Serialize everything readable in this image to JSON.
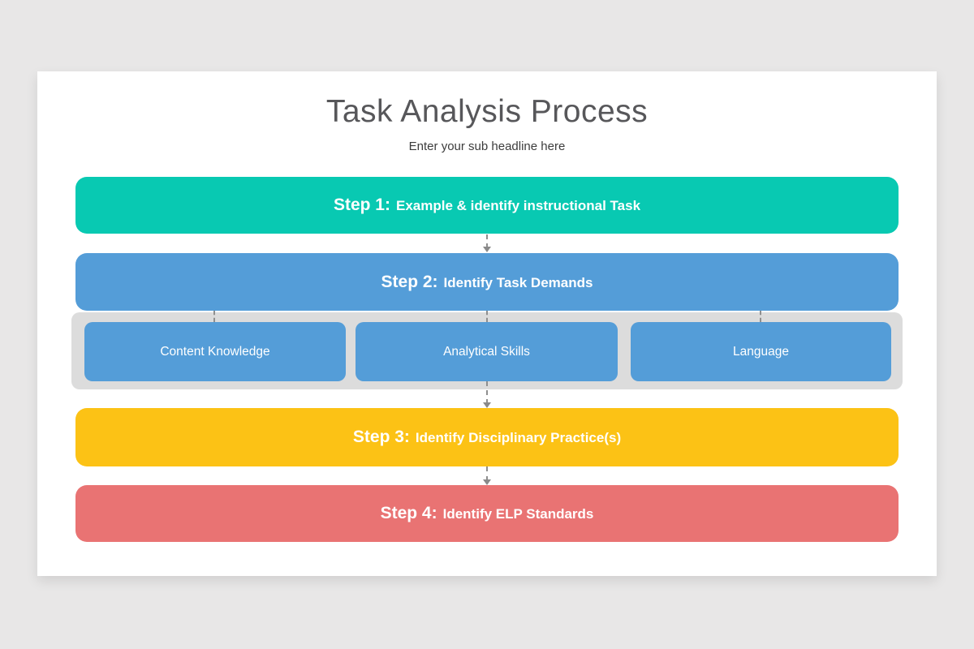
{
  "slide": {
    "title": "Task Analysis Process",
    "subtitle": "Enter your sub headline here"
  },
  "steps": [
    {
      "prefix": "Step 1:",
      "label": "Example & identify instructional Task",
      "color": "#08c9b2"
    },
    {
      "prefix": "Step 2:",
      "label": "Identify Task Demands",
      "color": "#549dd8"
    },
    {
      "prefix": "Step 3:",
      "label": "Identify Disciplinary Practice(s)",
      "color": "#fcc215"
    },
    {
      "prefix": "Step 4:",
      "label": "Identify ELP Standards",
      "color": "#e97373"
    }
  ],
  "substeps": [
    {
      "label": "Content Knowledge",
      "color": "#549dd8"
    },
    {
      "label": "Analytical Skills",
      "color": "#549dd8"
    },
    {
      "label": "Language",
      "color": "#549dd8"
    }
  ],
  "colors": {
    "page_background": "#e8e7e7",
    "card_background": "#ffffff",
    "sub_panel_background": "#dcdcdc",
    "title_text": "#57575a",
    "subtitle_text": "#3c3c3c",
    "step_text": "#ffffff",
    "connector": "#8f8f8f"
  }
}
